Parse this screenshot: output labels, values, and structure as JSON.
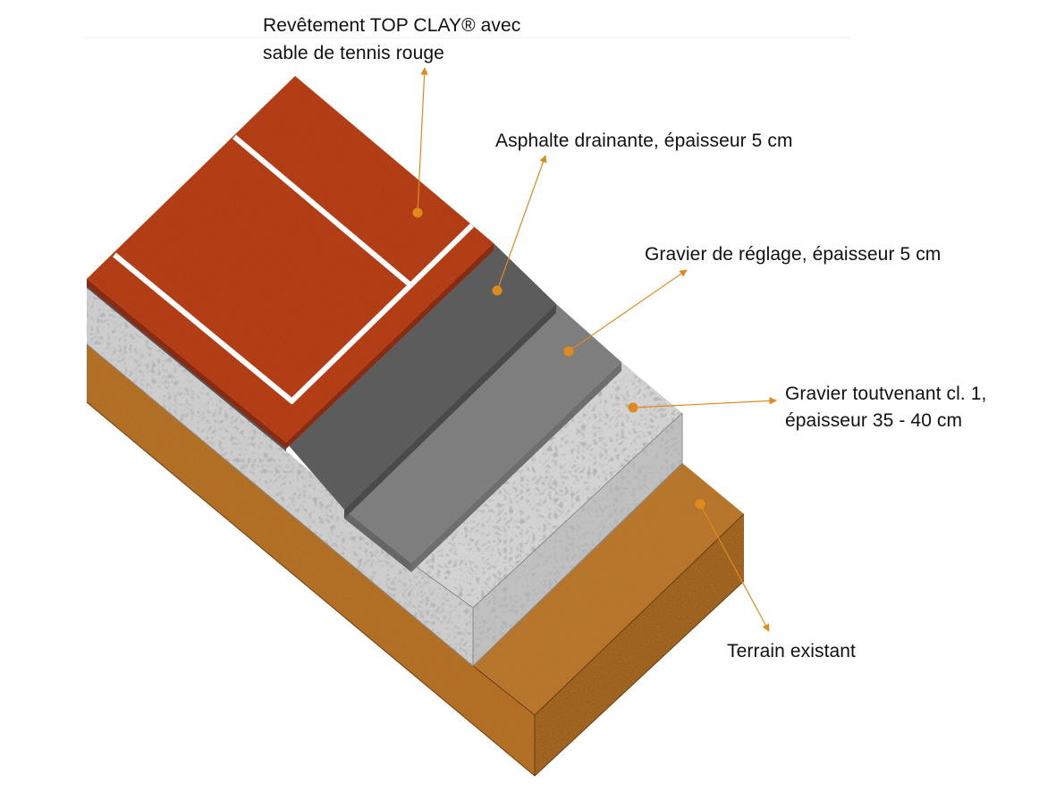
{
  "diagram": {
    "accent_color": "#e08a1e",
    "layers": [
      {
        "id": "clay",
        "label_lines": [
          "Revêtement TOP CLAY® avec",
          "sable de tennis rouge"
        ],
        "color": "#b23a17"
      },
      {
        "id": "asphalt",
        "label_lines": [
          "Asphalte drainante, épaisseur 5 cm"
        ],
        "color": "#5a5a5a"
      },
      {
        "id": "fine-gravel",
        "label_lines": [
          "Gravier de réglage, épaisseur 5 cm"
        ],
        "color": "#7d7d7d"
      },
      {
        "id": "coarse-gravel",
        "label_lines": [
          "Gravier toutvenant cl. 1,",
          "épaisseur 35 - 40 cm"
        ],
        "color": "#c9c9c9"
      },
      {
        "id": "soil",
        "label_lines": [
          "Terrain existant"
        ],
        "color": "#b06a22"
      }
    ]
  }
}
